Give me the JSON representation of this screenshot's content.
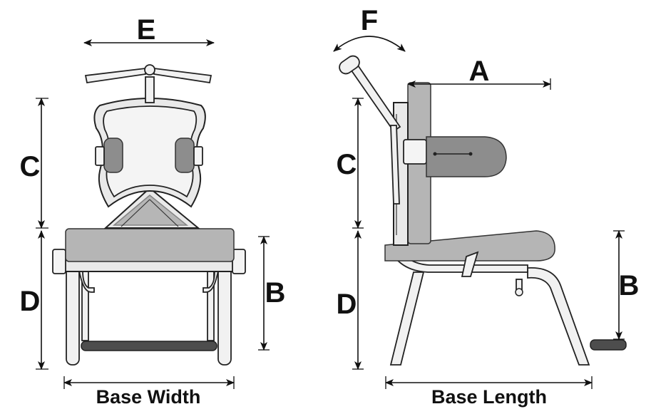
{
  "labels": {
    "a": "A",
    "b": "B",
    "c": "C",
    "d": "D",
    "e": "E",
    "f": "F",
    "base_width": "Base Width",
    "base_length": "Base Length"
  }
}
